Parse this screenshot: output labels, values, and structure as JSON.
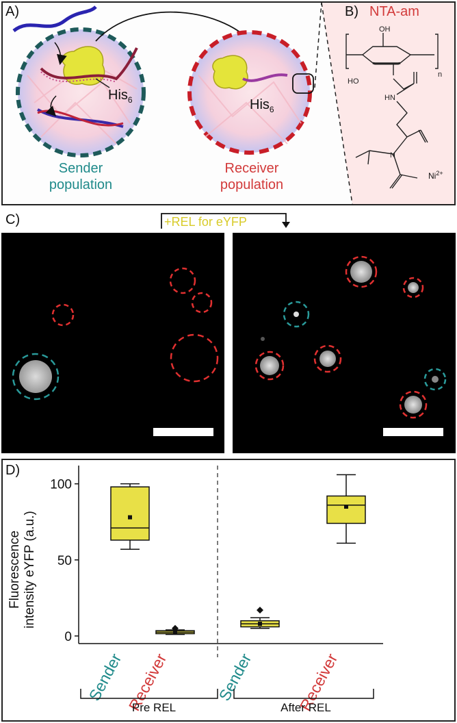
{
  "panelA": {
    "label": "A)",
    "his_tag_left": "His",
    "his_tag_left_sub": "6",
    "his_tag_right": "His",
    "his_tag_right_sub": "6",
    "sender_line1": "Sender",
    "sender_line2": "population",
    "receiver_line1": "Receiver",
    "receiver_line2": "population"
  },
  "panelB": {
    "label": "B)",
    "title": "NTA-am",
    "oh": "OH",
    "ho": "HO",
    "n": "n",
    "hn": "HN",
    "n_atom": "N",
    "ni": "Ni",
    "ni_charge": "2+"
  },
  "panelC": {
    "label": "C)",
    "arrow_label": "+REL for eYFP"
  },
  "panelD": {
    "label": "D)",
    "ylabel_line1": "Fluorescence",
    "ylabel_line2": "intensity eYFP (a.u.)",
    "group_pre": "Pre REL",
    "group_after": "After REL"
  },
  "colors": {
    "sender": "#1f8a8a",
    "receiver": "#d23a3a",
    "box_fill": "#e8e047",
    "panelB_bg": "#fde8e8"
  },
  "chart_data": {
    "type": "box",
    "categories": [
      "Sender",
      "Receiver",
      "Sender",
      "Receiver"
    ],
    "category_colors": [
      "#1f8a8a",
      "#d23a3a",
      "#1f8a8a",
      "#d23a3a"
    ],
    "groups": [
      "Pre REL",
      "Pre REL",
      "After REL",
      "After REL"
    ],
    "yticks": [
      0,
      50,
      100
    ],
    "ylim": [
      -5,
      112
    ],
    "boxes": [
      {
        "min": 57,
        "q1": 63,
        "median": 71,
        "q3": 98,
        "max": 100,
        "mean": 78,
        "outliers": []
      },
      {
        "min": 1,
        "q1": 1.5,
        "median": 2.5,
        "q3": 3.5,
        "max": 4,
        "mean": 2.5,
        "outliers": [
          5
        ]
      },
      {
        "min": 5,
        "q1": 6,
        "median": 8,
        "q3": 10,
        "max": 12,
        "mean": 8,
        "outliers": [
          17
        ]
      },
      {
        "min": 61,
        "q1": 74,
        "median": 86,
        "q3": 92,
        "max": 106,
        "mean": 85,
        "outliers": []
      }
    ]
  }
}
